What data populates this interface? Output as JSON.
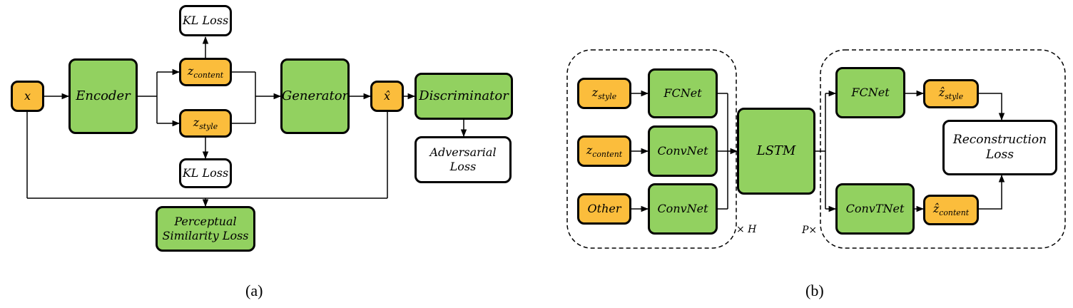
{
  "panel_a": {
    "caption": "(a)",
    "nodes": {
      "x": {
        "text": "x"
      },
      "encoder": {
        "text": "Encoder"
      },
      "z_content": {
        "main": "z",
        "sub": "content"
      },
      "z_style": {
        "main": "z",
        "sub": "style"
      },
      "kl_loss_top": {
        "text": "KL Loss"
      },
      "kl_loss_bottom": {
        "text": "KL Loss"
      },
      "generator": {
        "text": "Generator"
      },
      "x_hat": {
        "text": "x̂"
      },
      "discriminator": {
        "text": "Discriminator"
      },
      "adversarial_loss": {
        "line1": "Adversarial",
        "line2": "Loss"
      },
      "perceptual_loss": {
        "line1": "Perceptual",
        "line2": "Similarity Loss"
      }
    }
  },
  "panel_b": {
    "caption": "(b)",
    "repeat_h": "× H",
    "repeat_p": "P×",
    "nodes": {
      "z_style": {
        "main": "z",
        "sub": "style"
      },
      "z_content": {
        "main": "z",
        "sub": "content"
      },
      "other": {
        "text": "Other"
      },
      "fcnet_in": {
        "text": "FCNet"
      },
      "convnet_1": {
        "text": "ConvNet"
      },
      "convnet_2": {
        "text": "ConvNet"
      },
      "lstm": {
        "text": "LSTM"
      },
      "fcnet_out": {
        "text": "FCNet"
      },
      "convtnet": {
        "text": "ConvTNet"
      },
      "z_style_hat": {
        "main": "ẑ",
        "sub": "style"
      },
      "z_content_hat": {
        "main": "ẑ",
        "sub": "content"
      },
      "recon_loss": {
        "line1": "Reconstruction",
        "line2": "Loss"
      }
    }
  },
  "colors": {
    "orange": "#fbbd3c",
    "green": "#92d160",
    "white": "#ffffff",
    "stroke": "#000000"
  }
}
